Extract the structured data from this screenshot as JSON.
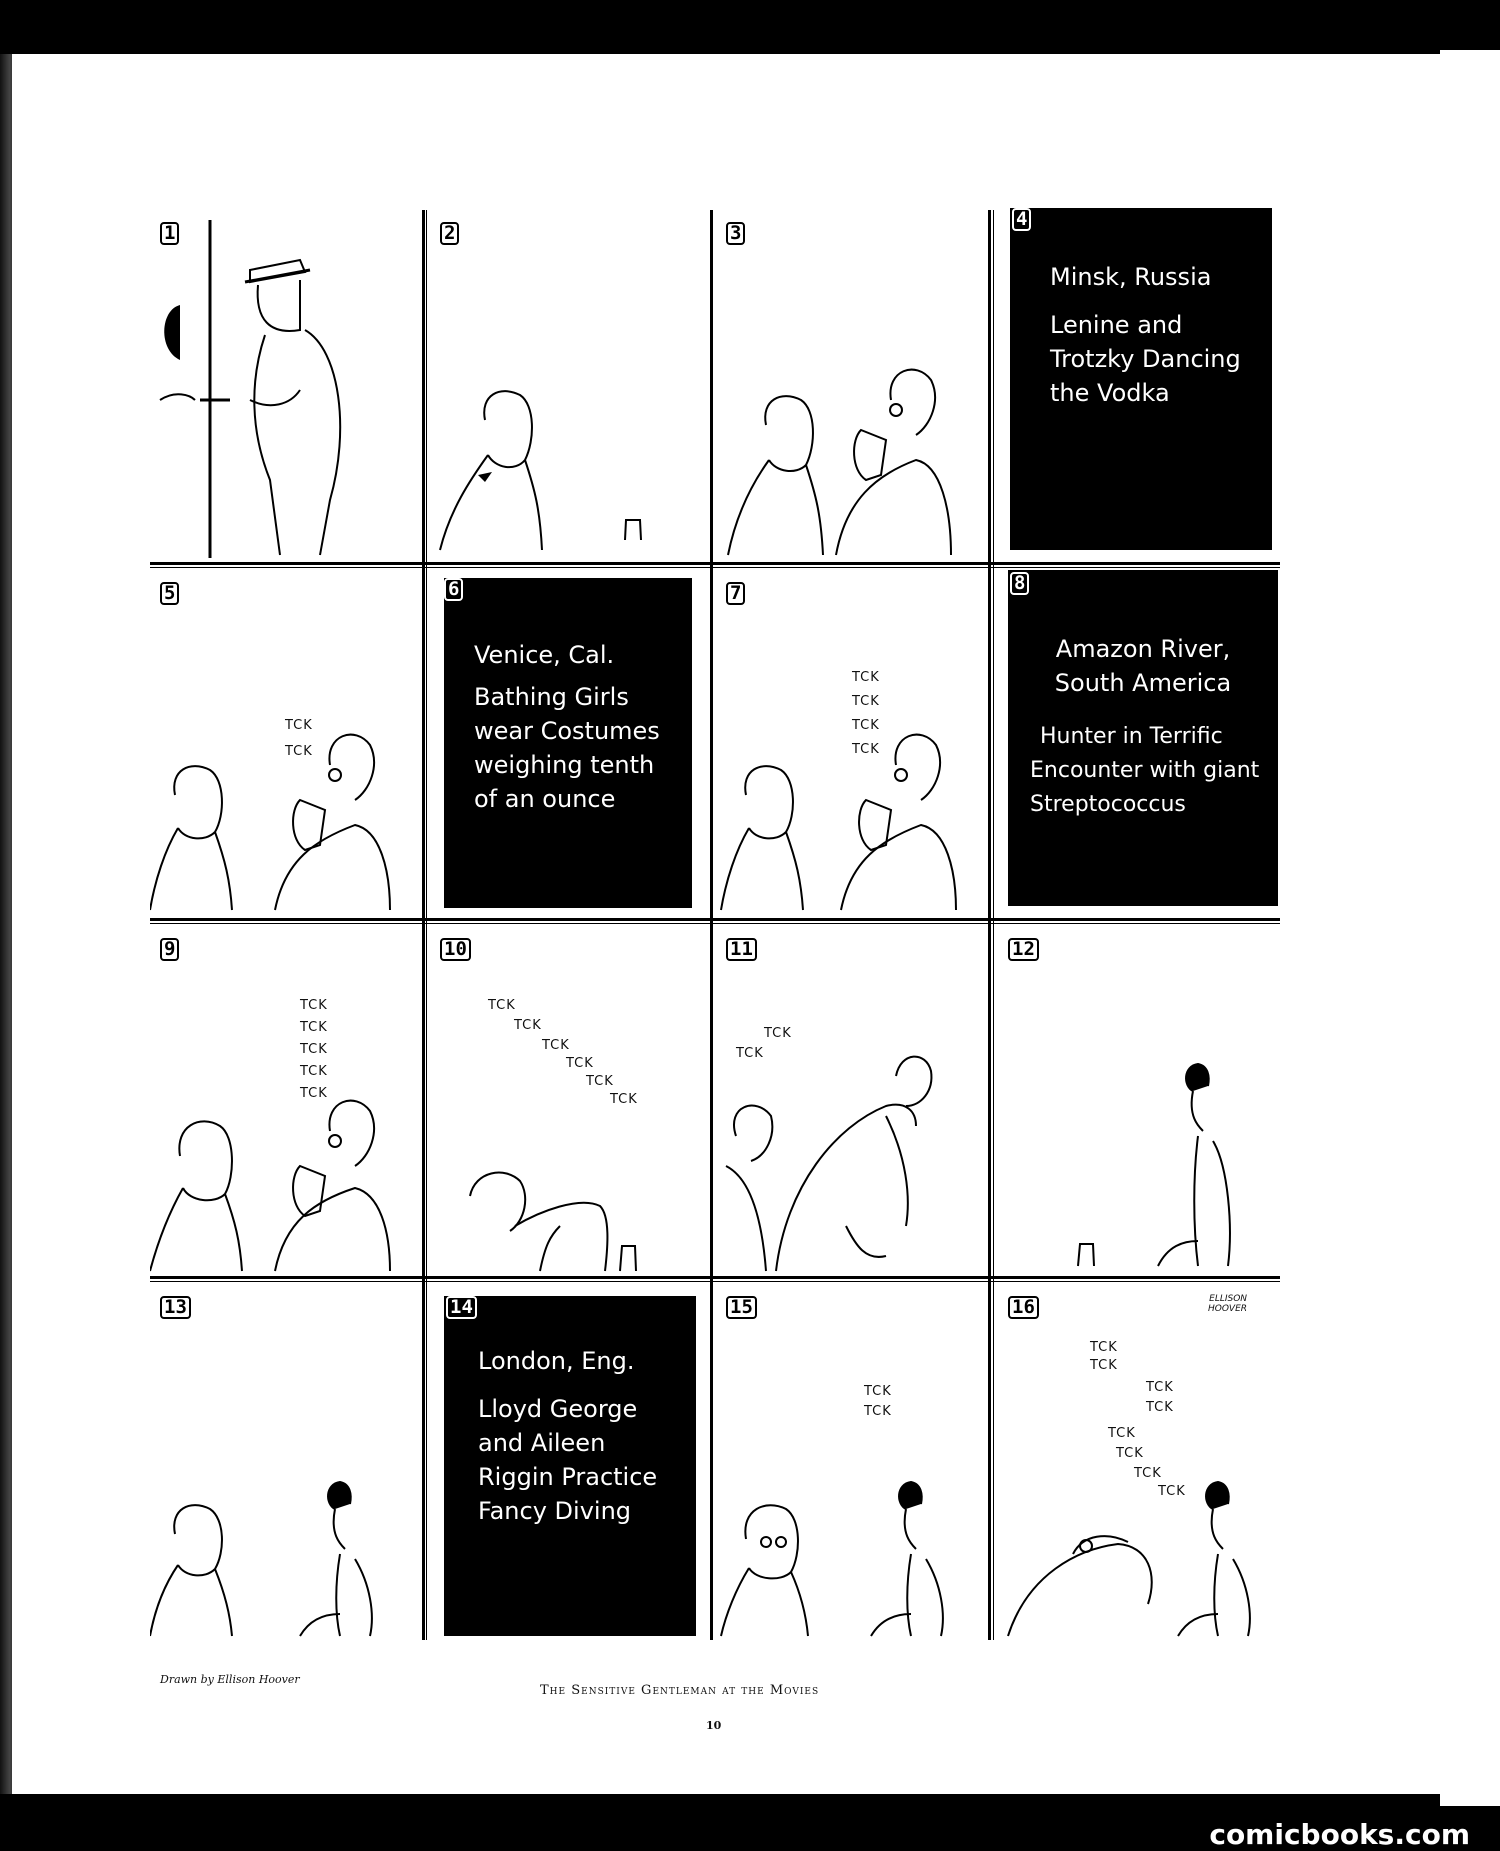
{
  "credit": "Drawn by Ellison Hoover",
  "title": "The Sensitive Gentleman at the Movies",
  "page_number": "10",
  "signature": "Ellison Hoover",
  "watermark": "comicbooks.com",
  "panels": [
    {
      "number": "1"
    },
    {
      "number": "2"
    },
    {
      "number": "3"
    },
    {
      "number": "4",
      "card": [
        "Minsk, Russia",
        "Lenine and",
        "Trotzky Dancing",
        "the Vodka"
      ]
    },
    {
      "number": "5",
      "sounds": [
        "TCK",
        "TCK"
      ]
    },
    {
      "number": "6",
      "card": [
        "Venice, Cal.",
        "Bathing Girls",
        "wear Costumes",
        "weighing tenth",
        "of an ounce"
      ]
    },
    {
      "number": "7",
      "sounds": [
        "TCK",
        "TCK",
        "TCK",
        "TCK"
      ]
    },
    {
      "number": "8",
      "card": [
        "Amazon River,",
        "South America",
        "Hunter in Terrific",
        "Encounter with giant",
        "Streptococcus"
      ]
    },
    {
      "number": "9",
      "sounds": [
        "TCK",
        "TCK",
        "TCK",
        "TCK",
        "TCK"
      ]
    },
    {
      "number": "10",
      "sounds": [
        "TCK",
        "TCK",
        "TCK",
        "TCK",
        "TCK",
        "TCK"
      ]
    },
    {
      "number": "11",
      "sounds": [
        "TCK",
        "TCK"
      ]
    },
    {
      "number": "12"
    },
    {
      "number": "13"
    },
    {
      "number": "14",
      "card": [
        "London, Eng.",
        "Lloyd George",
        "and Aileen",
        "Riggin Practice",
        "Fancy Diving"
      ]
    },
    {
      "number": "15",
      "sounds": [
        "TCK",
        "TCK"
      ]
    },
    {
      "number": "16",
      "sounds": [
        "TCK",
        "TCK",
        "TCK",
        "TCK",
        "TCK",
        "TCK",
        "TCK",
        "TCK"
      ]
    }
  ]
}
